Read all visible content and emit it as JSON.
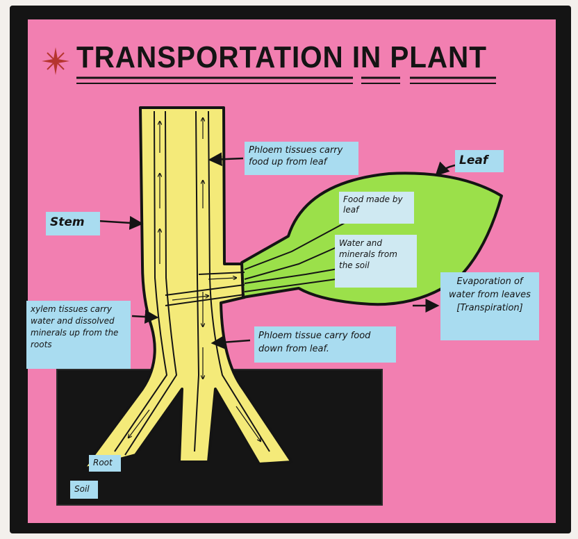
{
  "title": "TRANSPORTATION IN PLANT",
  "colors": {
    "sheet": "#f27fb1",
    "stem": "#f4ea79",
    "leaf": "#9be04a",
    "soil": "#151515",
    "label": "#a9dcf0"
  },
  "labels": {
    "phloem_up": "Phloem tissues carry food up from leaf",
    "leaf": "Leaf",
    "stem": "Stem",
    "food_made": "Food made by leaf",
    "water_minerals": "Water and minerals from the soil",
    "evaporation": "Evaporation of water from leaves [Transpiration]",
    "xylem": "xylem tissues carry water and dissolved minerals up from the roots",
    "phloem_down": "Phloem tissue carry food down from leaf.",
    "root": "Root",
    "soil": "Soil"
  },
  "icons": [
    "star-icon"
  ]
}
